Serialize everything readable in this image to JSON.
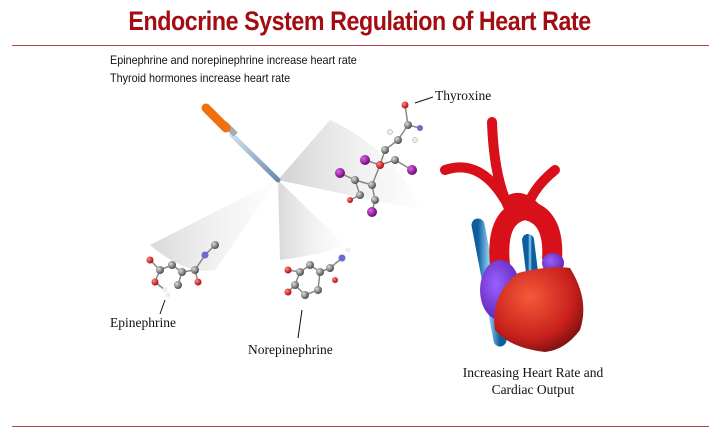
{
  "title": "Endocrine System Regulation of Heart Rate",
  "subtitle_lines": [
    "Epinephrine and norepinephrine increase heart rate",
    "Thyroid hormones increase heart rate"
  ],
  "labels": {
    "thyroxine": "Thyroxine",
    "epinephrine": "Epinephrine",
    "norepinephrine": "Norepinephrine",
    "heart_line1": "Increasing Heart Rate and",
    "heart_line2": "Cardiac Output"
  },
  "colors": {
    "title": "#a30d12",
    "rule": "#b5424a",
    "artery": "#d8101a",
    "vein": "#1b7fc4",
    "atrium": "#7a3fd6",
    "iodine": "#8a1a9a"
  }
}
